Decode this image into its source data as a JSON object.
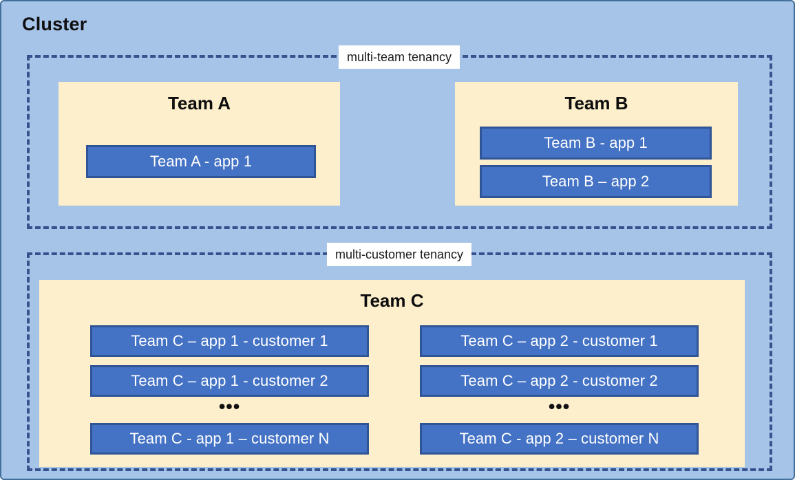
{
  "cluster": {
    "title": "Cluster",
    "background_color": "#A6C3E8",
    "border_color": "#41709C"
  },
  "zones": [
    {
      "id": "multi-team",
      "label": "multi-team tenancy",
      "border_color": "#36538E",
      "label_background": "#FFFFFF"
    },
    {
      "id": "multi-customer",
      "label": "multi-customer tenancy",
      "border_color": "#36538E",
      "label_background": "#FFFFFF"
    }
  ],
  "teams": {
    "team_a": {
      "title": "Team A",
      "background_color": "#FDEFCC",
      "apps": [
        {
          "label": "Team A - app 1"
        }
      ]
    },
    "team_b": {
      "title": "Team B",
      "background_color": "#FDEFCC",
      "apps": [
        {
          "label": "Team B - app 1"
        },
        {
          "label": "Team B – app 2"
        }
      ]
    },
    "team_c": {
      "title": "Team C",
      "background_color": "#FDEFCC",
      "ellipsis": "•••",
      "app_1_column": [
        {
          "label": "Team C – app 1 - customer 1"
        },
        {
          "label": "Team C – app 1 - customer 2"
        },
        {
          "label": "Team C - app 1 – customer N"
        }
      ],
      "app_2_column": [
        {
          "label": "Team C – app 2 - customer 1"
        },
        {
          "label": "Team C – app 2 - customer 2"
        },
        {
          "label": "Team C - app 2 – customer N"
        }
      ]
    }
  },
  "style": {
    "app_box_fill": "#4472C4",
    "app_box_border": "#2F5597",
    "app_box_text": "#FFFFFF",
    "team_box_fill": "#FDEFCC",
    "title_text_color": "#101010"
  }
}
